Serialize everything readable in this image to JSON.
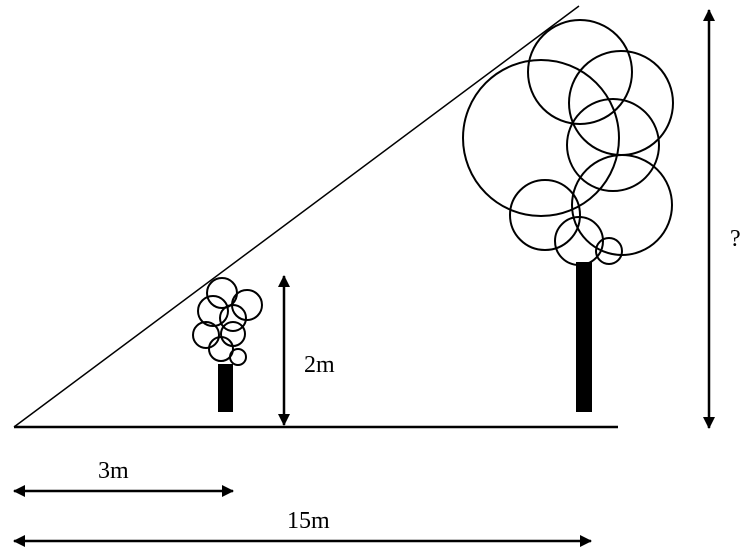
{
  "labels": {
    "small_tree_height": "2m",
    "big_tree_height": "?",
    "short_distance": "3m",
    "long_distance": "15m"
  },
  "colors": {
    "ink": "#000000",
    "background": "#ffffff"
  }
}
